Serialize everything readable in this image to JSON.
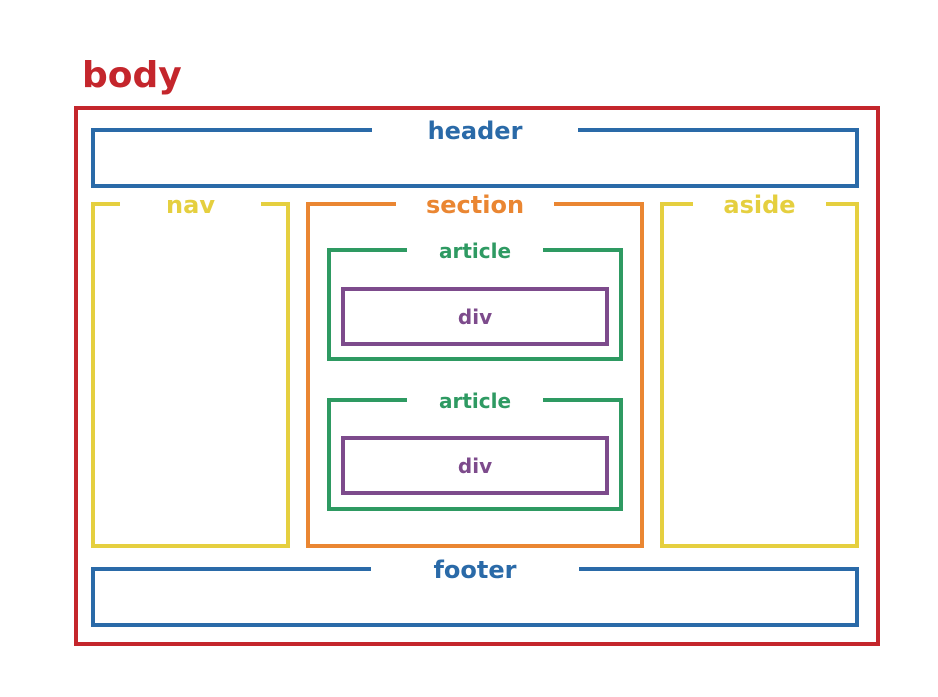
{
  "labels": {
    "body": "body",
    "header": "header",
    "nav": "nav",
    "section": "section",
    "aside": "aside",
    "article_1": "article",
    "div_1": "div",
    "article_2": "article",
    "div_2": "div",
    "footer": "footer"
  },
  "colors": {
    "body": "#c4262c",
    "header": "#2a6aa8",
    "footer": "#2a6aa8",
    "nav": "#e5cf3f",
    "aside": "#e5cf3f",
    "section": "#ea8632",
    "article": "#2e9a62",
    "div": "#7d4b8c"
  }
}
